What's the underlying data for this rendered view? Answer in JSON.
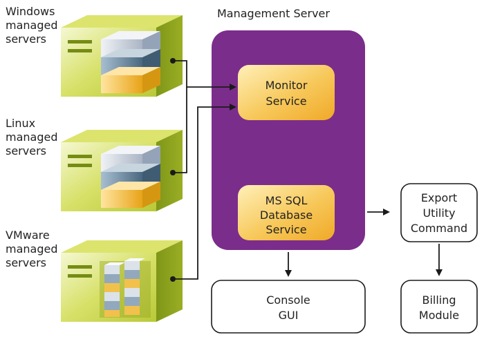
{
  "management_server": {
    "title": "Management Server",
    "monitor_service": [
      "Monitor",
      "Service"
    ],
    "db_service": [
      "MS SQL",
      "Database",
      "Service"
    ]
  },
  "sources": [
    {
      "lines": [
        "Windows",
        "managed",
        "servers"
      ],
      "type": "tower"
    },
    {
      "lines": [
        "Linux",
        "managed",
        "servers"
      ],
      "type": "tower"
    },
    {
      "lines": [
        "VMware",
        "managed",
        "servers"
      ],
      "type": "blade-tower"
    }
  ],
  "export_utility": [
    "Export",
    "Utility",
    "Command"
  ],
  "console_gui": [
    "Console",
    "GUI"
  ],
  "billing_module": [
    "Billing",
    "Module"
  ],
  "colors": {
    "management_server": "#7b2d8b",
    "service_box": "#f6b93b",
    "service_box_light": "#fde7a3",
    "server_body": "#a3b521",
    "server_light": "#f0f5c4",
    "drive_blue": "#5f7f99",
    "drive_yellow": "#f0b62f"
  }
}
